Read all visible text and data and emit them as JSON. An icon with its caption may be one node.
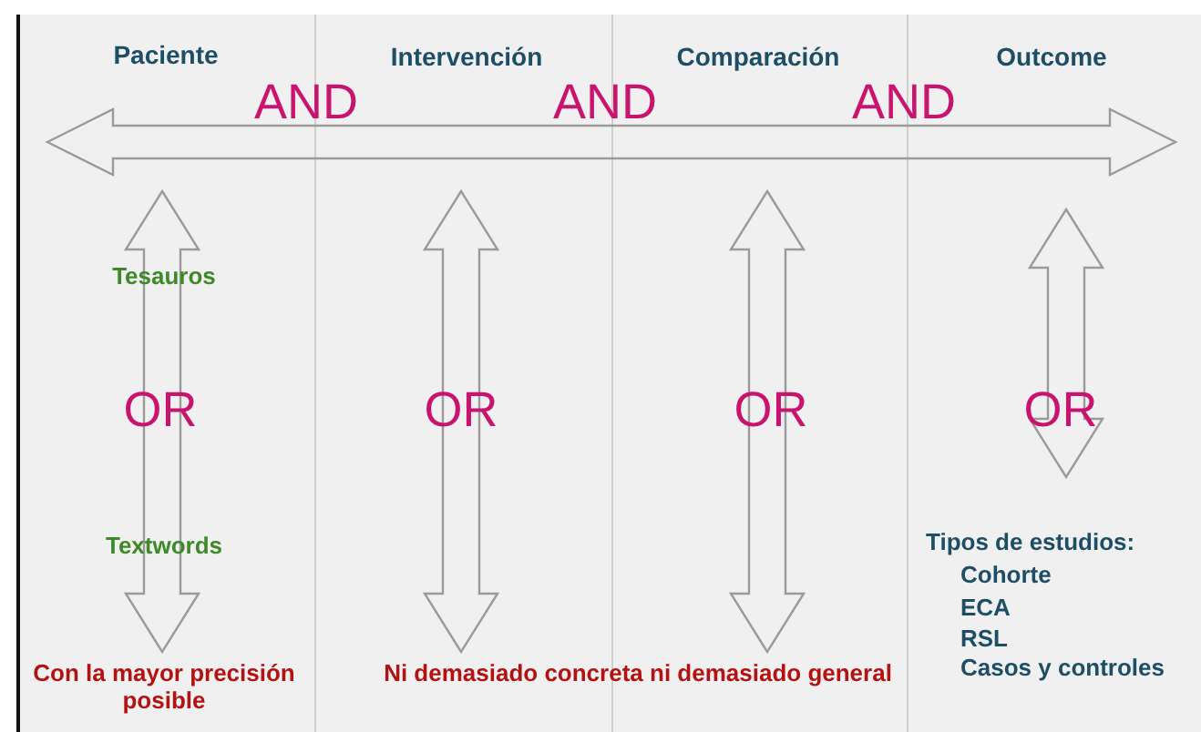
{
  "diagram": {
    "labels": [
      "Paciente",
      "Intervención",
      "Comparación",
      "Outcome",
      "AND",
      "AND",
      "AND",
      "Tesauros",
      "OR",
      "OR",
      "OR",
      "OR",
      "Textwords",
      "Tipos de estudios:",
      "Cohorte",
      "ECA",
      "RSL",
      "Casos y controles",
      "Con la mayor precisión posible",
      "Ni demasiado concreta ni demasiado general"
    ]
  }
}
